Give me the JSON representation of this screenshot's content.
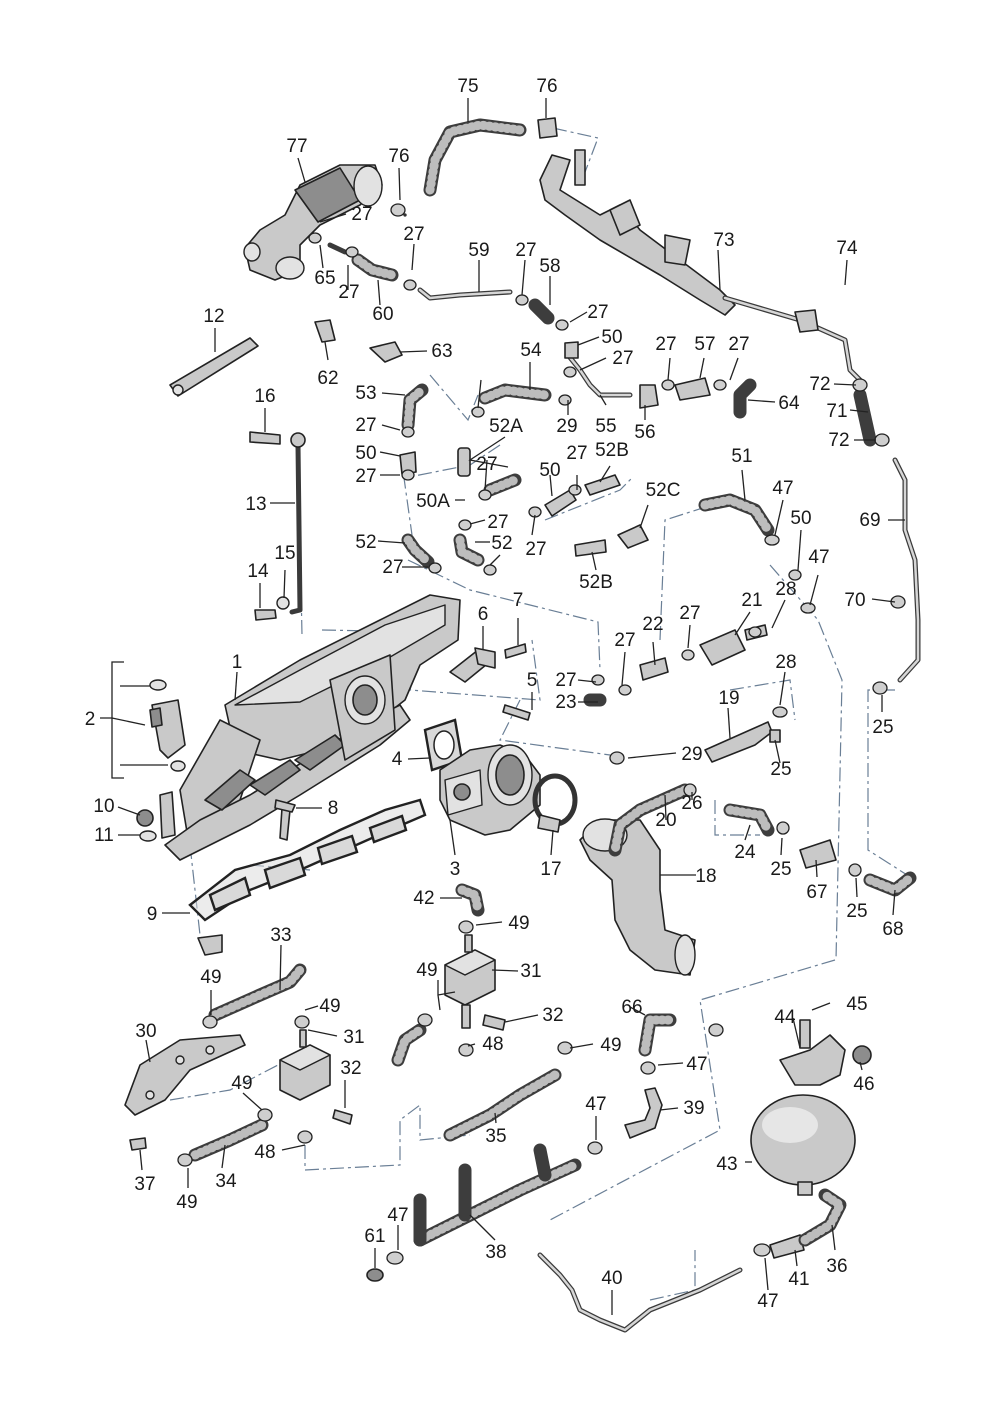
{
  "diagram": {
    "callouts": [
      "75",
      "76",
      "77",
      "76",
      "27",
      "27",
      "65",
      "27",
      "60",
      "59",
      "27",
      "58",
      "27",
      "50",
      "27",
      "73",
      "74",
      "12",
      "63",
      "62",
      "53",
      "27",
      "54",
      "52A",
      "29",
      "55",
      "56",
      "57",
      "27",
      "64",
      "72",
      "71",
      "72",
      "16",
      "27",
      "50",
      "27",
      "27",
      "50",
      "27",
      "52B",
      "50A",
      "27",
      "52",
      "27",
      "27",
      "52",
      "52C",
      "52B",
      "51",
      "47",
      "50",
      "47",
      "69",
      "13",
      "15",
      "14",
      "70",
      "6",
      "7",
      "1",
      "28",
      "21",
      "27",
      "22",
      "27",
      "2",
      "5",
      "27",
      "23",
      "19",
      "28",
      "4",
      "29",
      "25",
      "25",
      "10",
      "11",
      "8",
      "3",
      "17",
      "26",
      "20",
      "18",
      "24",
      "25",
      "67",
      "25",
      "68",
      "9",
      "42",
      "49",
      "33",
      "49",
      "31",
      "49",
      "49",
      "31",
      "32",
      "30",
      "49",
      "32",
      "66",
      "47",
      "48",
      "49",
      "44",
      "45",
      "46",
      "47",
      "39",
      "35",
      "37",
      "49",
      "34",
      "48",
      "43",
      "47",
      "38",
      "61",
      "40",
      "47",
      "41",
      "36"
    ]
  }
}
